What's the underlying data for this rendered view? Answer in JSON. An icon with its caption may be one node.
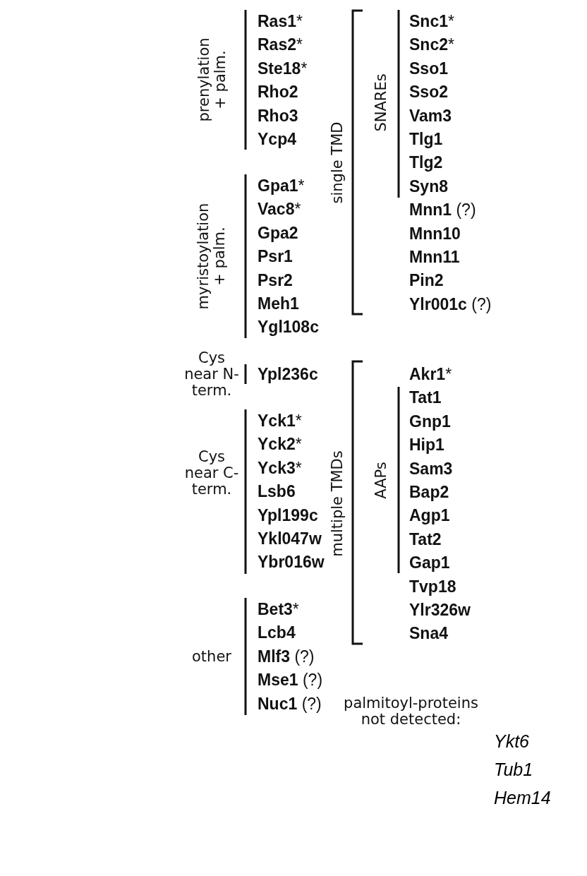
{
  "diagram": {
    "labels": [
      "prenylation + palm.",
      "**Ras1***",
      "**Ras2***",
      "**Ste18***",
      "**Rho2**",
      "**Rho3**",
      "**Ycp4**",
      "myristoylation + palm.",
      "**Gpa1***",
      "**Vac8***",
      "**Gpa2**",
      "**Psr1**",
      "**Psr2**",
      "**Meh1**",
      "**Ygl108c**",
      "Cys near N-term.",
      "**Ypl236c**",
      "Cys near C-term.",
      "**Yck1***",
      "**Yck2***",
      "**Yck3***",
      "**Lsb6**",
      "**Ypl199c**",
      "**Ykl047w**",
      "**Ybr016w**",
      "other",
      "**Bet3***",
      "**Lcb4**",
      "**Mlf3** (?)",
      "**Mse1** (?)",
      "**Nuc1** (?)",
      "single TMD",
      "SNAREs",
      "**Snc1***",
      "**Snc2***",
      "**Sso1**",
      "**Sso2**",
      "**Vam3**",
      "**Tlg1**",
      "**Tlg2**",
      "**Syn8**",
      "**Mnn1** (?)",
      "**Mnn10**",
      "**Mnn11**",
      "**Pin2**",
      "**Ylr001c** (?)",
      "multiple TMDs",
      "AAPs",
      "**Akr1***",
      "**Tat1**",
      "**Gnp1**",
      "**Hip1**",
      "**Sam3**",
      "**Bap2**",
      "**Agp1**",
      "**Tat2**",
      "**Gap1**",
      "**Tvp18**",
      "**Ylr326w**",
      "**Sna4**",
      "palmitoyl-proteins not detected:",
      "Ykt6",
      "Tub1",
      "Hem14"
    ]
  }
}
